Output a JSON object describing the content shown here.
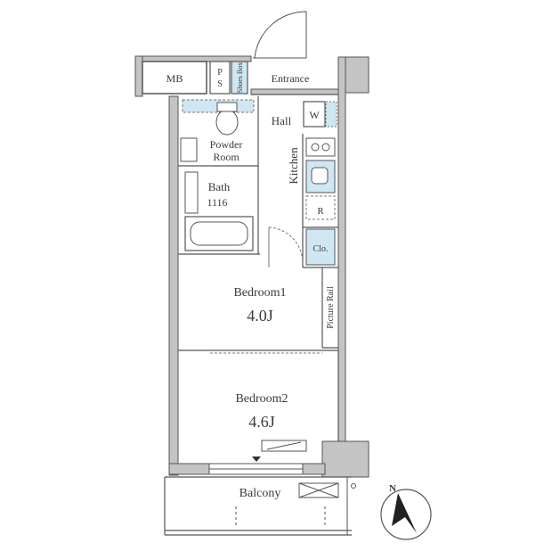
{
  "rooms": {
    "mb": "MB",
    "ps": "P S",
    "shoes_box": "Shoes Box",
    "entrance": "Entrance",
    "hall": "Hall",
    "washer": "W",
    "powder_room": "Powder Room",
    "kitchen": "Kitchen",
    "bath": "Bath",
    "bath_size": "1116",
    "refrigerator": "R",
    "closet": "Clo.",
    "bedroom1": "Bedroom1",
    "bedroom1_size": "4.0J",
    "picture_rail": "Picture Rail",
    "bedroom2": "Bedroom2",
    "bedroom2_size": "4.6J",
    "balcony": "Balcony"
  },
  "compass": {
    "north_label": "N"
  },
  "colors": {
    "wall": "#bdbdbd",
    "wall_stroke": "#555555",
    "fixture_blue": "#a9d4e6",
    "line": "#444444"
  }
}
